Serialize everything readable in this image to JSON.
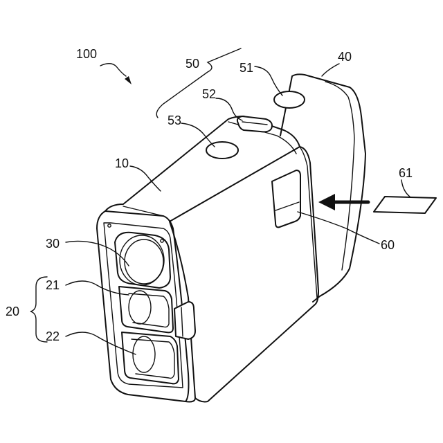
{
  "labels": {
    "device": "100",
    "buttons_group": "50",
    "button_51": "51",
    "button_52": "52",
    "button_53": "53",
    "rear_body": "40",
    "housing": "10",
    "card": "61",
    "lens_30": "30",
    "lens_21": "21",
    "lens_22": "22",
    "lens_group": "20",
    "slot": "60"
  },
  "colors": {
    "line": "#111111",
    "background": "#ffffff"
  }
}
